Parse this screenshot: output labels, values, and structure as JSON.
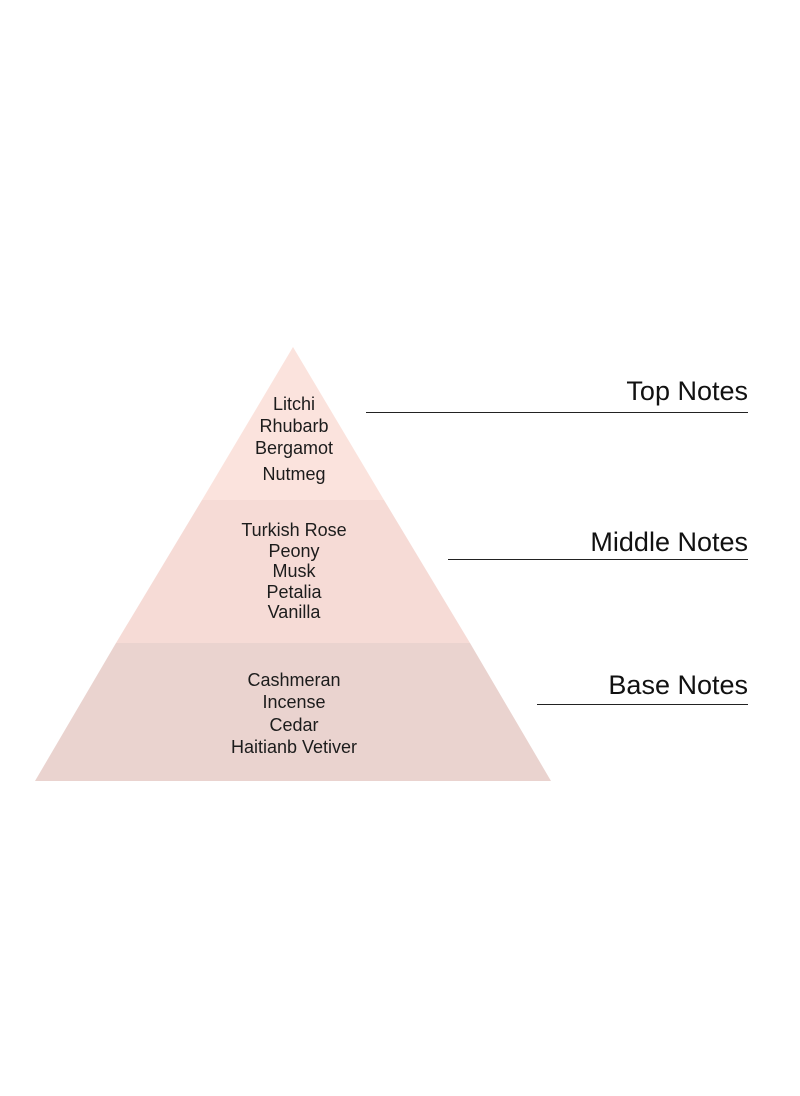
{
  "colors": {
    "top_tier": "#fbe3dd",
    "middle_tier": "#f6dbd6",
    "base_tier": "#ead3cf",
    "text": "#1c1c1c",
    "leader_line": "#222222"
  },
  "tiers": {
    "top": {
      "label": "Top Notes",
      "notes": [
        "Litchi",
        "Rhubarb",
        "Bergamot",
        "Nutmeg"
      ]
    },
    "middle": {
      "label": "Middle Notes",
      "notes": [
        "Turkish Rose",
        "Peony",
        "Musk",
        "Petalia",
        "Vanilla"
      ]
    },
    "base": {
      "label": "Base Notes",
      "notes": [
        "Cashmeran",
        "Incense",
        "Cedar",
        "Haitianb Vetiver"
      ]
    }
  }
}
